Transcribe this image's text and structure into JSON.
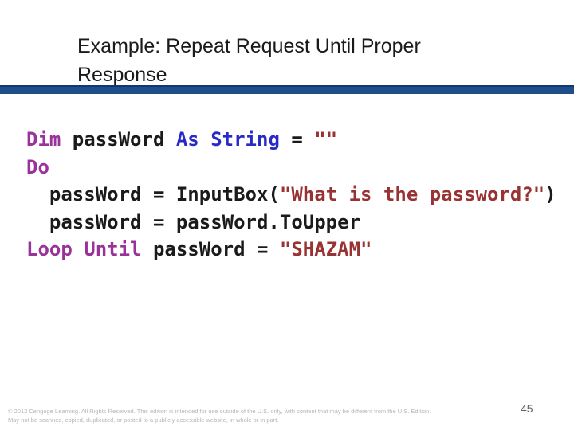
{
  "slide": {
    "title_line1": "Example: Repeat Request Until Proper",
    "title_line2": "Response",
    "page_number": "45",
    "footer_line1": "© 2013 Cengage Learning. All Rights Reserved. This edition is intended for use outside of the U.S. only, with content that may be different from the U.S. Edition.",
    "footer_line2": "May not be scanned, copied, duplicated, or posted to a publicly accessible website, in whole or in part."
  },
  "colors": {
    "accent_bar": "#1F4E8C",
    "accent_bar_top_edge": "#16366E",
    "keyword": "#993399",
    "type": "#2929C8",
    "string_literal": "#993333",
    "code_text": "#1a1a1a",
    "footer_text": "#b6b6b6"
  },
  "code": {
    "language": "VB.NET",
    "lines": [
      {
        "segments": [
          {
            "text": "Dim",
            "role": "keyword"
          },
          {
            "text": " passWord ",
            "role": "plain"
          },
          {
            "text": "As String",
            "role": "type"
          },
          {
            "text": " = ",
            "role": "plain"
          },
          {
            "text": "\"\"",
            "role": "string"
          }
        ]
      },
      {
        "segments": [
          {
            "text": "Do",
            "role": "keyword"
          }
        ]
      },
      {
        "segments": [
          {
            "text": "  passWord = InputBox(",
            "role": "plain"
          },
          {
            "text": "\"What is the password?\"",
            "role": "string"
          },
          {
            "text": ")",
            "role": "plain"
          }
        ]
      },
      {
        "segments": [
          {
            "text": "  passWord = passWord.ToUpper",
            "role": "plain"
          }
        ]
      },
      {
        "segments": [
          {
            "text": "Loop Until",
            "role": "keyword"
          },
          {
            "text": " passWord = ",
            "role": "plain"
          },
          {
            "text": "\"SHAZAM\"",
            "role": "string"
          }
        ]
      }
    ]
  }
}
